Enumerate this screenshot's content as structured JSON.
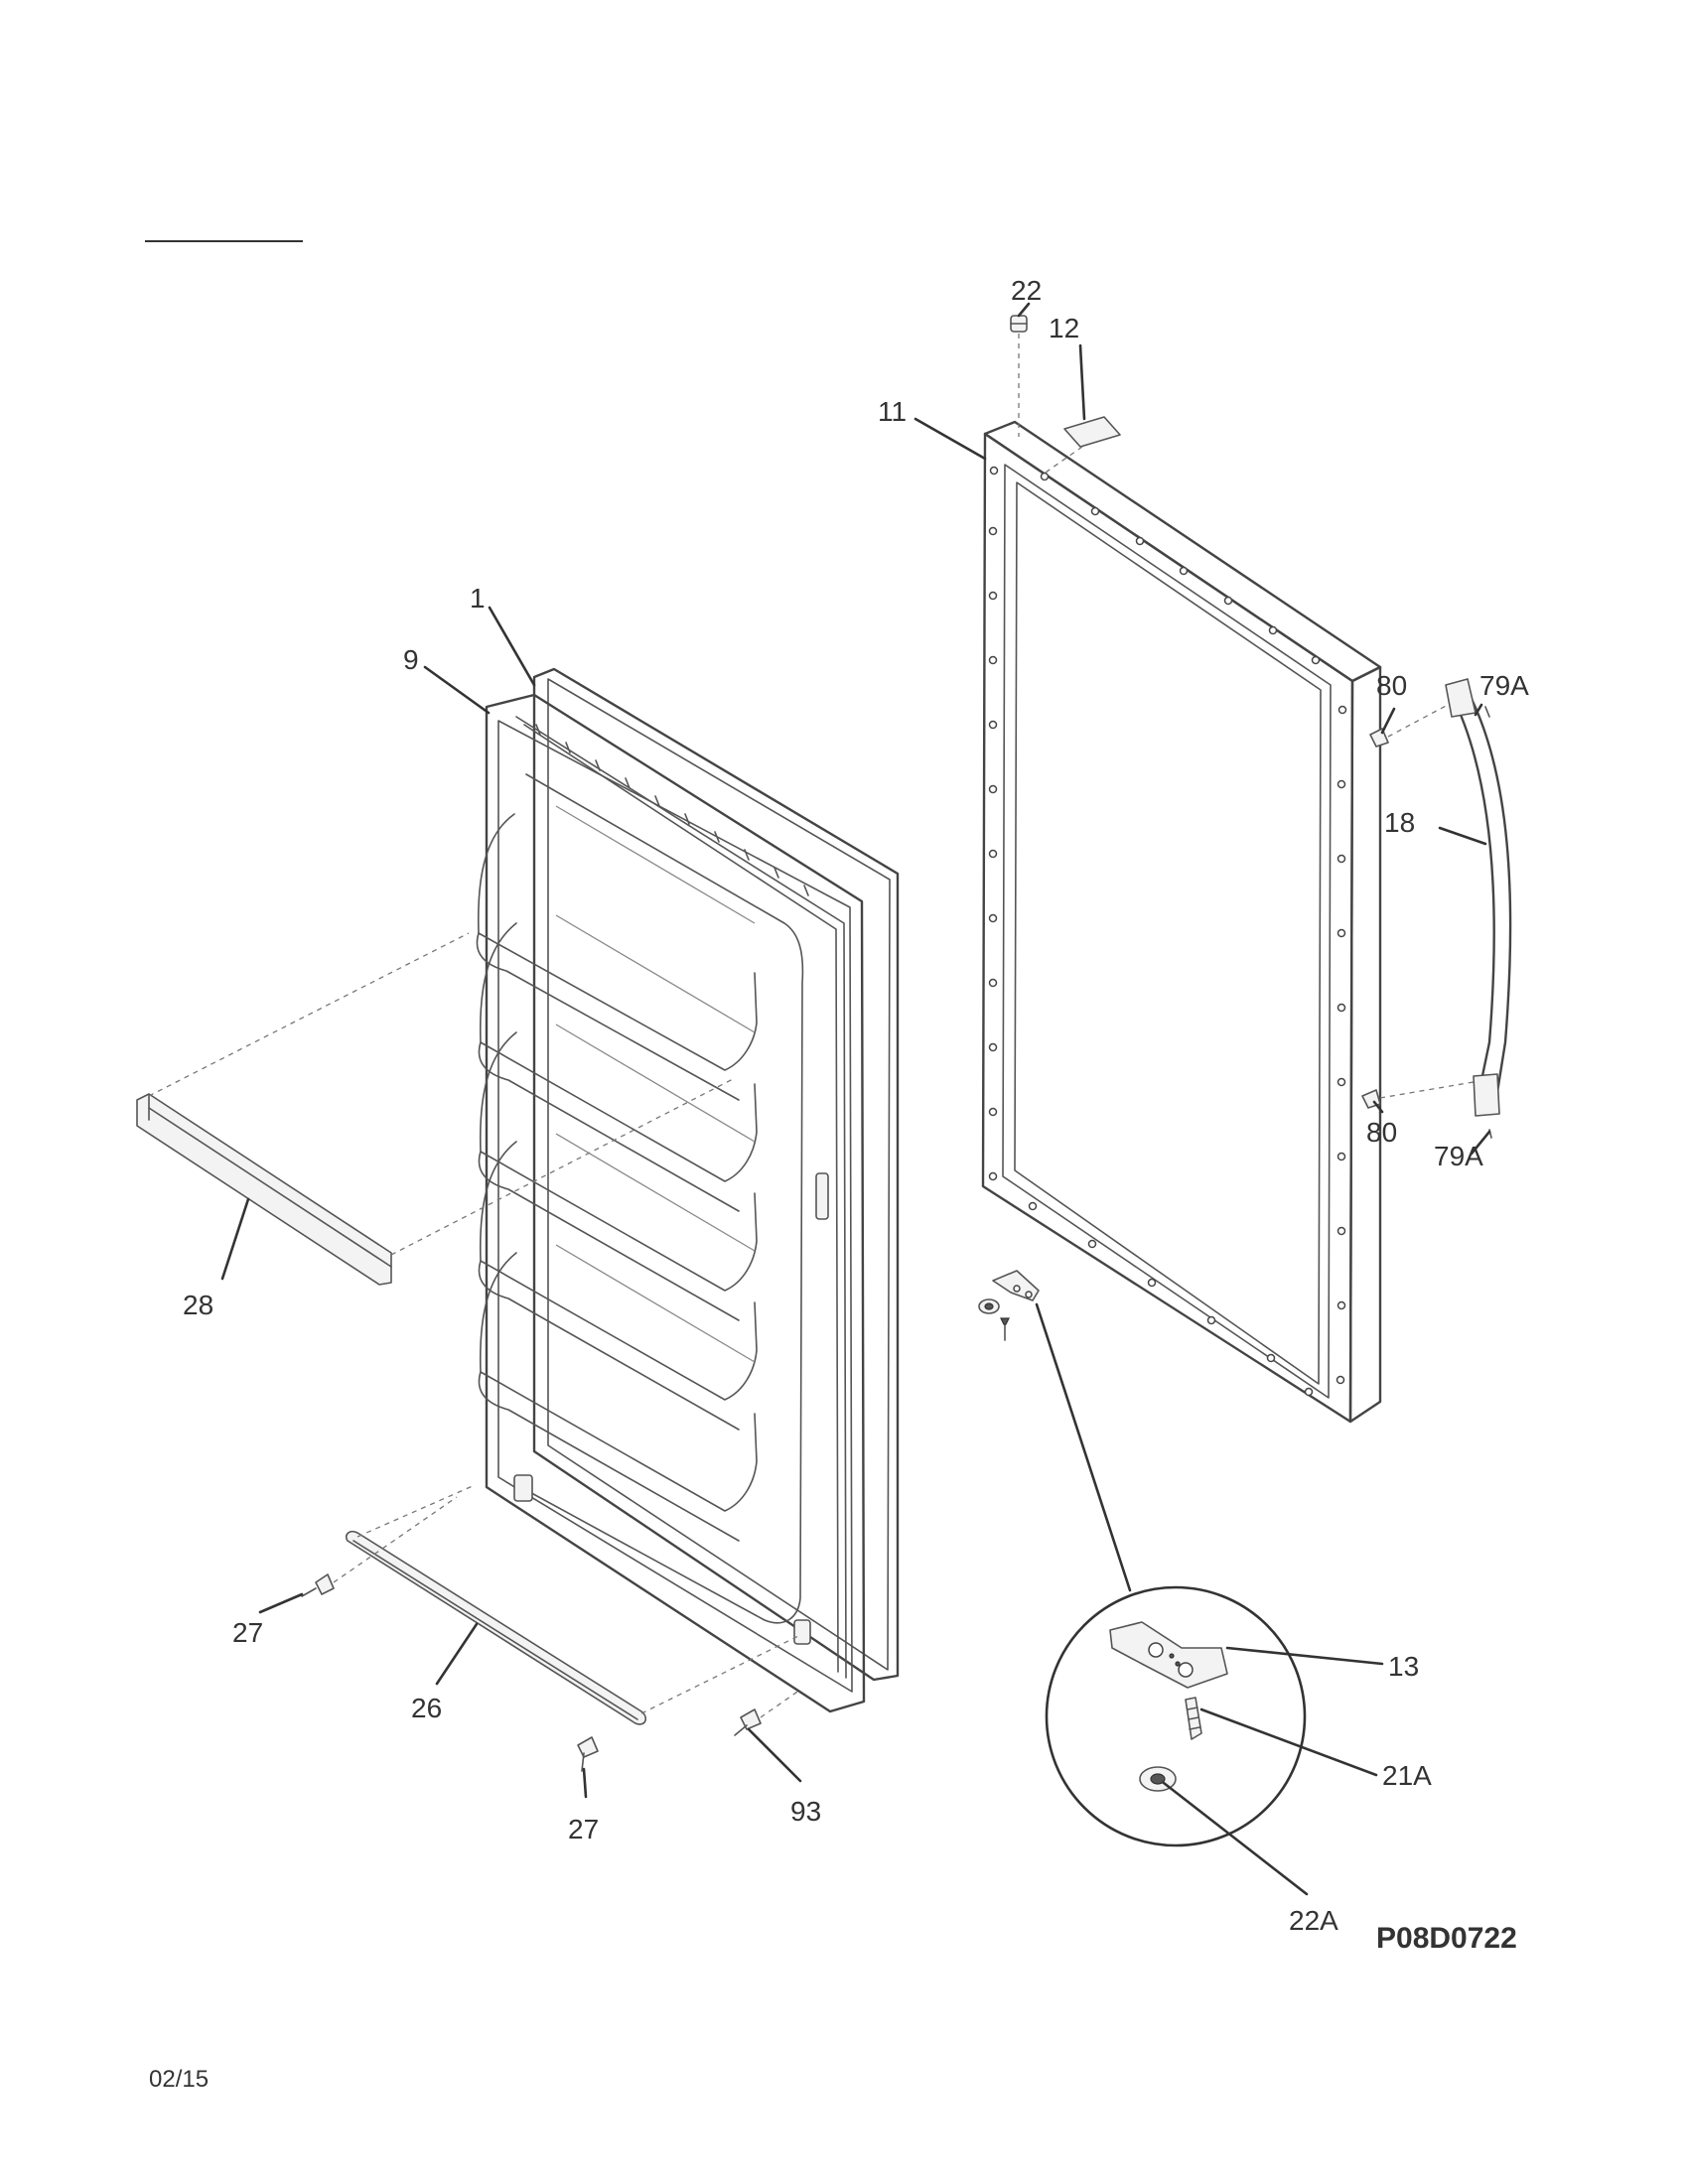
{
  "callouts": [
    {
      "id": "c-1",
      "text": "1"
    },
    {
      "id": "c-9",
      "text": "9"
    },
    {
      "id": "c-11",
      "text": "11"
    },
    {
      "id": "c-12",
      "text": "12"
    },
    {
      "id": "c-22",
      "text": "22"
    },
    {
      "id": "c-80-top",
      "text": "80"
    },
    {
      "id": "c-79a-top",
      "text": "79A"
    },
    {
      "id": "c-18",
      "text": "18"
    },
    {
      "id": "c-80-bottom",
      "text": "80"
    },
    {
      "id": "c-79a-bottom",
      "text": "79A"
    },
    {
      "id": "c-28",
      "text": "28"
    },
    {
      "id": "c-27-left",
      "text": "27"
    },
    {
      "id": "c-26",
      "text": "26"
    },
    {
      "id": "c-27-bottom",
      "text": "27"
    },
    {
      "id": "c-93",
      "text": "93"
    },
    {
      "id": "c-13",
      "text": "13"
    },
    {
      "id": "c-21a",
      "text": "21A"
    },
    {
      "id": "c-22a",
      "text": "22A"
    }
  ],
  "drawing_id": "P08D0722",
  "footer_date": "02/15"
}
